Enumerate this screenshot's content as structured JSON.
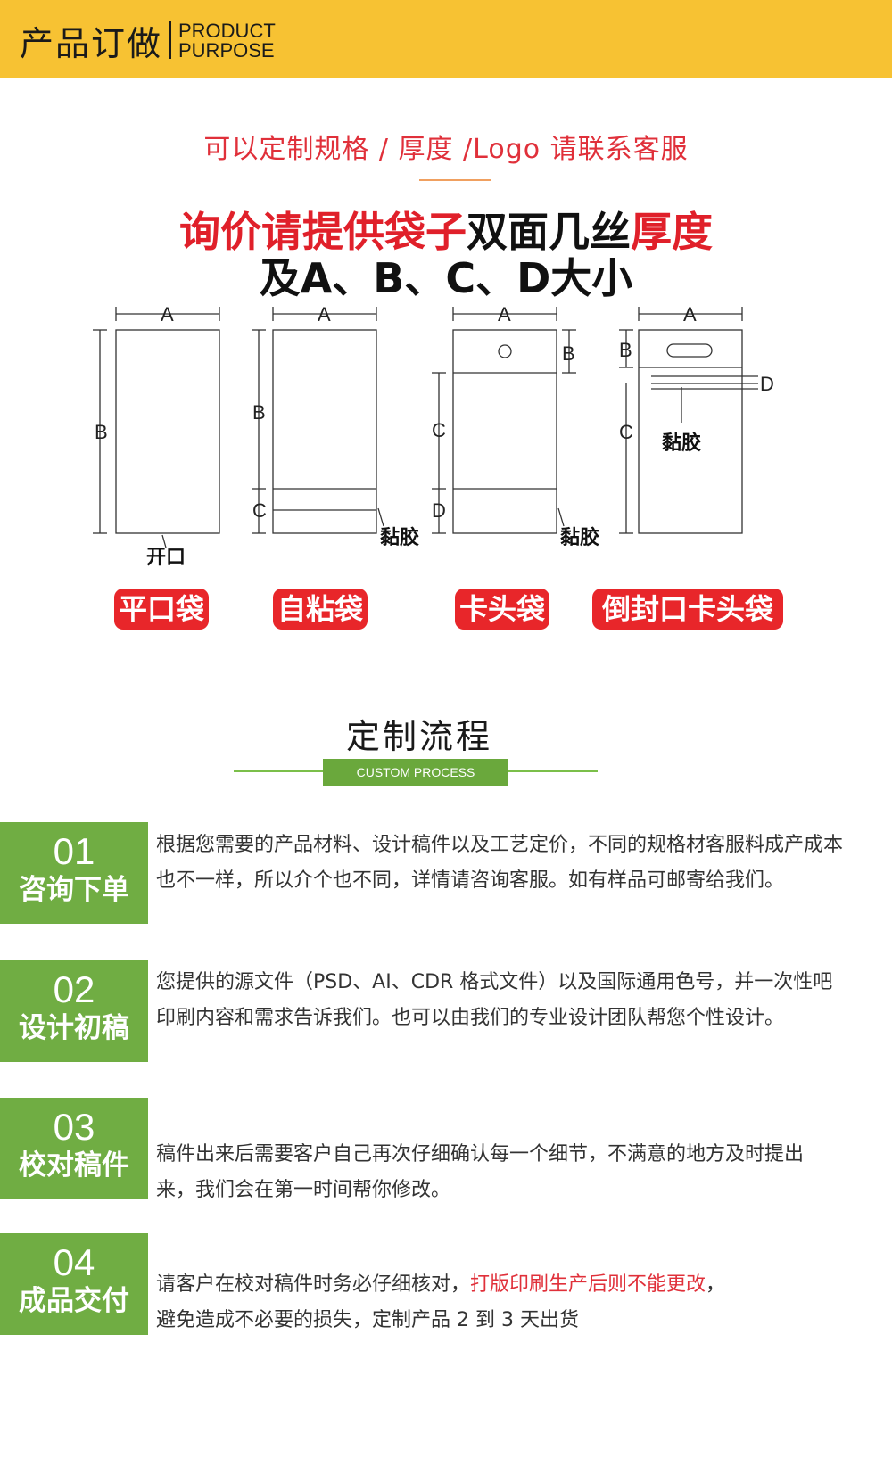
{
  "header": {
    "title_cn": "产品订做",
    "title_en_line1": "PRODUCT",
    "title_en_line2": "PURPOSE"
  },
  "custom_note": "可以定制规格 / 厚度 /Logo 请联系客服",
  "diagram": {
    "title_line1_red_a": "询价请提供袋子",
    "title_line1_black": "双面几丝",
    "title_line1_red_b": "厚度",
    "title_line2": "及A、B、C、D大小",
    "bags": [
      {
        "name": "平口袋",
        "dims": [
          "A",
          "B"
        ],
        "note": "开口"
      },
      {
        "name": "自粘袋",
        "dims": [
          "A",
          "B",
          "C"
        ],
        "note": "黏胶"
      },
      {
        "name": "卡头袋",
        "dims": [
          "A",
          "B",
          "C",
          "D"
        ],
        "note": "黏胶"
      },
      {
        "name": "倒封口卡头袋",
        "dims": [
          "A",
          "B",
          "C",
          "D"
        ],
        "note": "黏胶"
      }
    ]
  },
  "process": {
    "title": "定制流程",
    "tag": "CUSTOM PROCESS",
    "steps": [
      {
        "num": "01",
        "title": "咨询下单",
        "text": "根据您需要的产品材料、设计稿件以及工艺定价，不同的规格材客服料成产成本也不一样，所以介个也不同，详情请咨询客服。如有样品可邮寄给我们。"
      },
      {
        "num": "02",
        "title": "设计初稿",
        "text": "您提供的源文件（PSD、AI、CDR 格式文件）以及国际通用色号，并一次性吧印刷内容和需求告诉我们。也可以由我们的专业设计团队帮您个性设计。"
      },
      {
        "num": "03",
        "title": "校对稿件",
        "text": "稿件出来后需要客户自己再次仔细确认每一个细节，不满意的地方及时提出来，我们会在第一时间帮你修改。"
      },
      {
        "num": "04",
        "title": "成品交付",
        "text_a": "请客户在校对稿件时务必仔细核对，",
        "text_highlight": "打版印刷生产后则不能更改",
        "text_b": "，",
        "text_c": "避免造成不必要的损失，定制产品 2 到 3 天出货"
      }
    ]
  },
  "colors": {
    "header": "#f7c233",
    "accent_red": "#e0303a",
    "step_green": "#70ad43"
  }
}
